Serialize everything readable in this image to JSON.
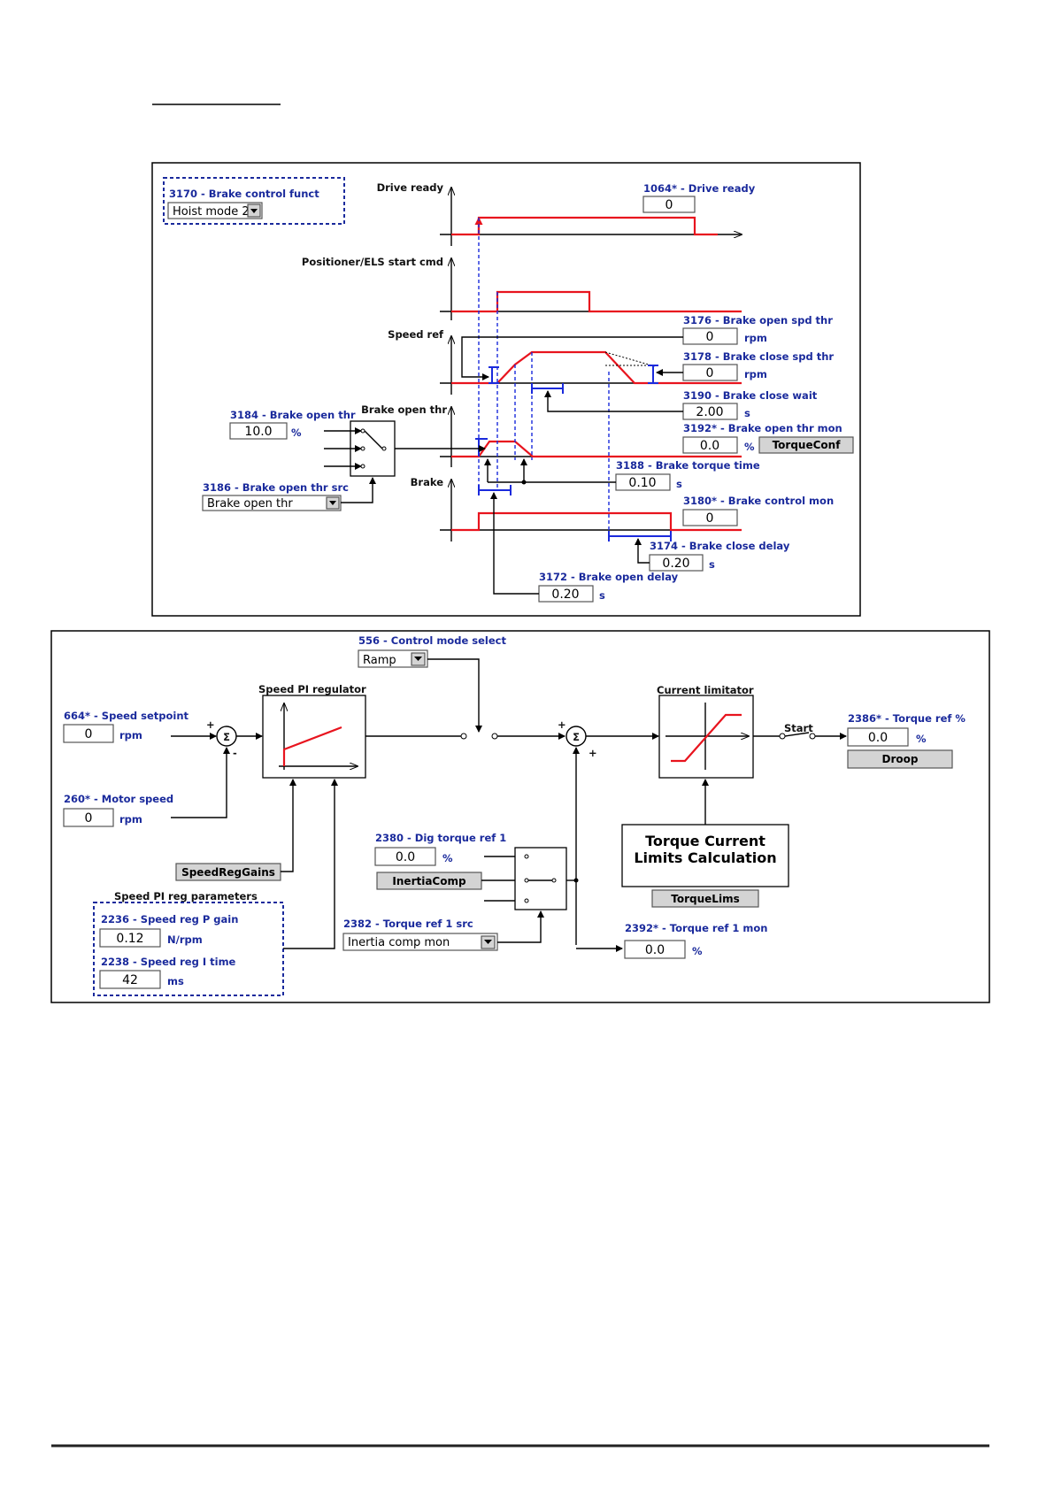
{
  "brake_panel": {
    "brake_control_funct": {
      "label": "3170 - Brake control funct",
      "value": "Hoist mode 2"
    },
    "signal_drive_ready": "Drive ready",
    "signal_start_cmd": "Positioner/ELS start cmd",
    "signal_speed_ref": "Speed ref",
    "signal_brake_open_thr": "Brake open thr",
    "signal_brake": "Brake",
    "drive_ready_mon": {
      "label": "1064* - Drive ready",
      "value": "0"
    },
    "brake_open_spd_thr": {
      "label": "3176 - Brake open spd thr",
      "value": "0",
      "unit": "rpm"
    },
    "brake_close_spd_thr": {
      "label": "3178 - Brake close spd thr",
      "value": "0",
      "unit": "rpm"
    },
    "brake_close_wait": {
      "label": "3190 - Brake close wait",
      "value": "2.00",
      "unit": "s"
    },
    "brake_open_thr_mon": {
      "label": "3192* - Brake open thr mon",
      "value": "0.0",
      "unit": "%",
      "button": "TorqueConf"
    },
    "brake_open_thr": {
      "label": "3184 - Brake open thr",
      "value": "10.0",
      "unit": "%"
    },
    "brake_open_thr_src": {
      "label": "3186 - Brake open thr src",
      "value": "Brake open thr"
    },
    "brake_torque_time": {
      "label": "3188 - Brake torque time",
      "value": "0.10",
      "unit": "s"
    },
    "brake_control_mon": {
      "label": "3180* - Brake control mon",
      "value": "0"
    },
    "brake_close_delay": {
      "label": "3174 - Brake close delay",
      "value": "0.20",
      "unit": "s"
    },
    "brake_open_delay": {
      "label": "3172 - Brake open delay",
      "value": "0.20",
      "unit": "s"
    }
  },
  "control_panel": {
    "control_mode_select": {
      "label": "556 - Control mode select",
      "value": "Ramp"
    },
    "speed_pi_regulator": "Speed PI regulator",
    "current_limitator": "Current limitator",
    "speed_setpoint": {
      "label": "664* - Speed setpoint",
      "value": "0",
      "unit": "rpm"
    },
    "motor_speed": {
      "label": "260* - Motor speed",
      "value": "0",
      "unit": "rpm"
    },
    "sum_symbol": "Σ",
    "plus": "+",
    "minus": "-",
    "start_label": "Start",
    "torque_ref_pct": {
      "label": "2386* - Torque ref %",
      "value": "0.0",
      "unit": "%",
      "button": "Droop"
    },
    "speed_reg_gains_button": "SpeedRegGains",
    "speed_pi_reg_parameters": "Speed PI reg parameters",
    "speed_reg_p_gain": {
      "label": "2236 - Speed reg P gain",
      "value": "0.12",
      "unit": "N/rpm"
    },
    "speed_reg_i_time": {
      "label": "2238 - Speed reg I time",
      "value": "42",
      "unit": "ms"
    },
    "dig_torque_ref_1": {
      "label": "2380 - Dig torque ref 1",
      "value": "0.0",
      "unit": "%"
    },
    "inertia_comp_button": "InertiaComp",
    "torque_ref_1_src": {
      "label": "2382 - Torque ref 1 src",
      "value": "Inertia comp mon"
    },
    "torque_current_limits_line1": "Torque Current",
    "torque_current_limits_line2": "Limits Calculation",
    "torque_lims_button": "TorqueLims",
    "torque_ref_1_mon": {
      "label": "2392* - Torque ref 1 mon",
      "value": "0.0",
      "unit": "%"
    }
  }
}
